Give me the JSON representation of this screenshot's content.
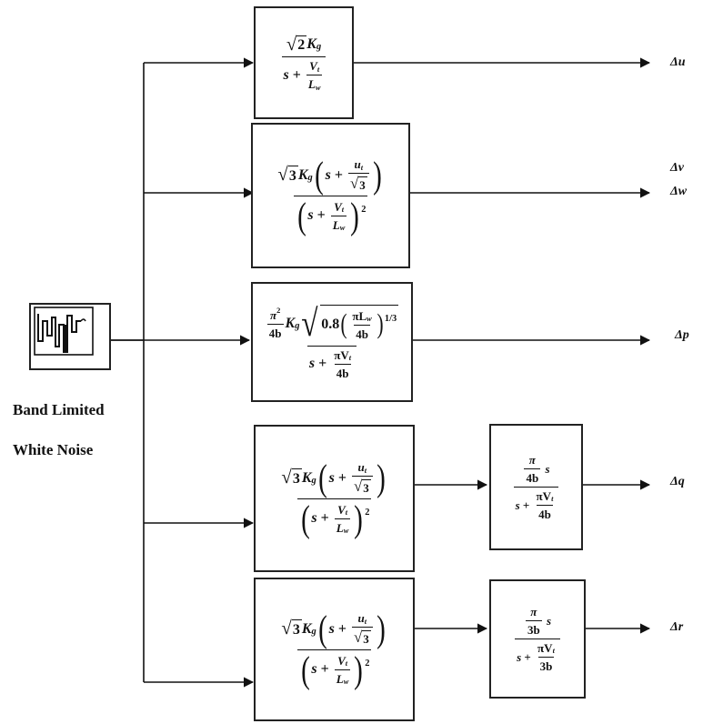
{
  "source": {
    "label_line1": "Band Limited",
    "label_line2": "White Noise"
  },
  "outputs": {
    "u": "Δu",
    "v": "Δv",
    "w": "Δw",
    "p": "Δp",
    "q": "Δq",
    "r": "Δr"
  },
  "symbols": {
    "sqrt2": "2",
    "sqrt3": "3",
    "K": "K",
    "g": "g",
    "s": "s",
    "plus": "+",
    "V": "V",
    "t": "t",
    "L": "L",
    "w": "w",
    "u": "u",
    "sq": "2",
    "pi": "π",
    "b4": "4b",
    "b3": "3b",
    "b": "b",
    "const08": "0.8",
    "third": "1/3",
    "piLw": "πL",
    "piVt": "πV"
  }
}
